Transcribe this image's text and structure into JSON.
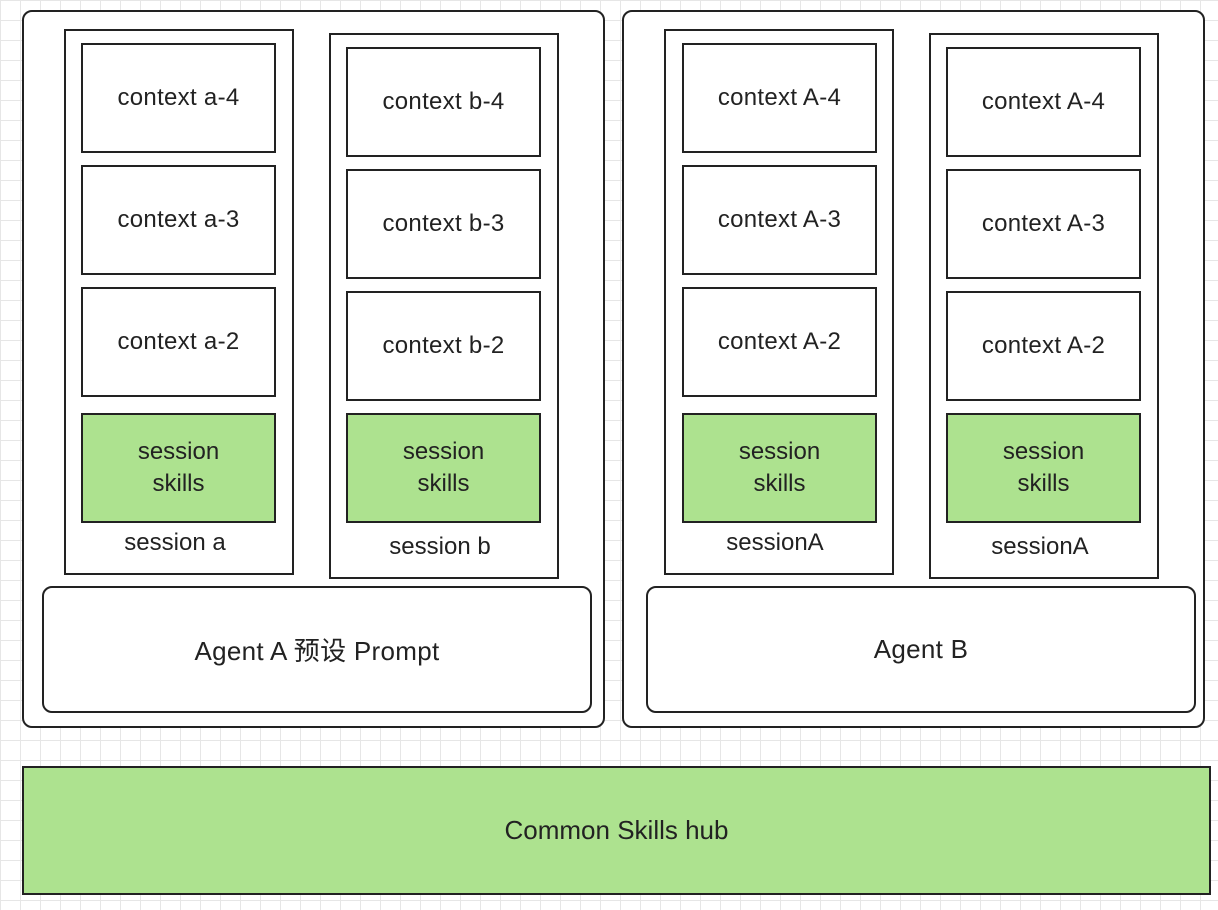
{
  "colors": {
    "stroke": "#222222",
    "skills_fill": "#ade28f",
    "grid": "#e6e6e6",
    "background": "#ffffff"
  },
  "agents": [
    {
      "prompt_label": "Agent A 预设 Prompt",
      "sessions": [
        {
          "label": "session a",
          "skills_label": "session\nskills",
          "contexts": [
            "context a-4",
            "context a-3",
            "context a-2"
          ]
        },
        {
          "label": "session b",
          "skills_label": "session\nskills",
          "contexts": [
            "context b-4",
            "context b-3",
            "context b-2"
          ]
        }
      ]
    },
    {
      "prompt_label": "Agent B",
      "sessions": [
        {
          "label": "sessionA",
          "skills_label": "session\nskills",
          "contexts": [
            "context A-4",
            "context A-3",
            "context A-2"
          ]
        },
        {
          "label": "sessionA",
          "skills_label": "session\nskills",
          "contexts": [
            "context A-4",
            "context A-3",
            "context A-2"
          ]
        }
      ]
    }
  ],
  "hub": {
    "label": "Common Skills hub"
  }
}
